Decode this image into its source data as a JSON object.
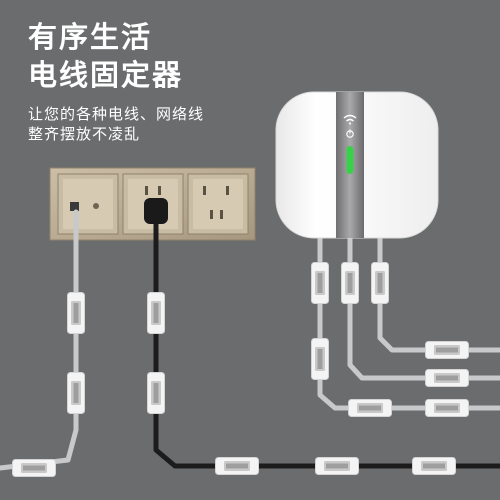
{
  "headline": {
    "line1": "有序生活",
    "line2": "电线固定器"
  },
  "subtitle": {
    "line1": "让您的各种电线、网络线",
    "line2": "整齐摆放不凌乱"
  },
  "colors": {
    "background": "#6b6c6e",
    "panel_gold": "#b9aa91",
    "clip_white": "#f4f4f4",
    "cable_gray": "#c8c9cb",
    "cable_black": "#1c1c1c",
    "router_white": "#f7f7f7",
    "router_strip": "#8c8c8e",
    "led_green": "#37d24a"
  },
  "icons": {
    "router_wifi": "wifi-icon",
    "router_power": "power-icon"
  }
}
